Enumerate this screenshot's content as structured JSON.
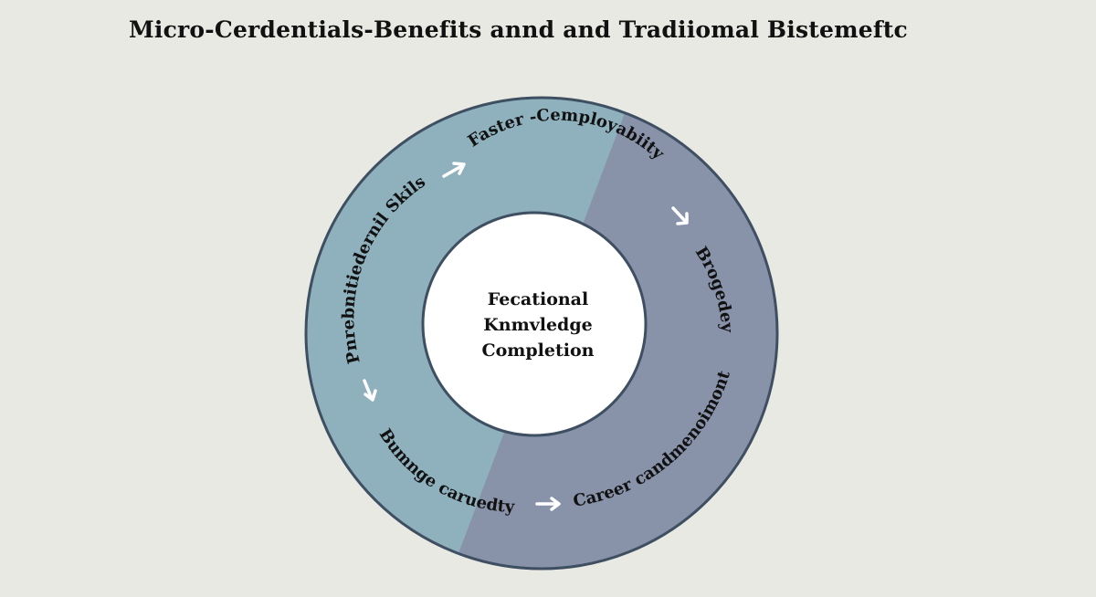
{
  "title": "Micro-Cerdentials-Benefits annd and Tradiiomal Bistemeftc",
  "center": {
    "line1": "Fecational",
    "line2": "Knmvledge",
    "line3": "Completion"
  },
  "ring_labels": {
    "top": "Faster -Cemployabiity",
    "right": "Brogedey",
    "bottom_right": "Career candmenoimont",
    "bottom_left": "Bumnge caruedty",
    "left": "Pnrebnitiedernil Skils"
  },
  "colors": {
    "background": "#e9e9e4",
    "ring_left": "#8fb0bd",
    "ring_right": "#8893aa",
    "ring_stroke": "#3f4f62",
    "center_fill": "#ffffff",
    "arrow": "#ffffff"
  }
}
